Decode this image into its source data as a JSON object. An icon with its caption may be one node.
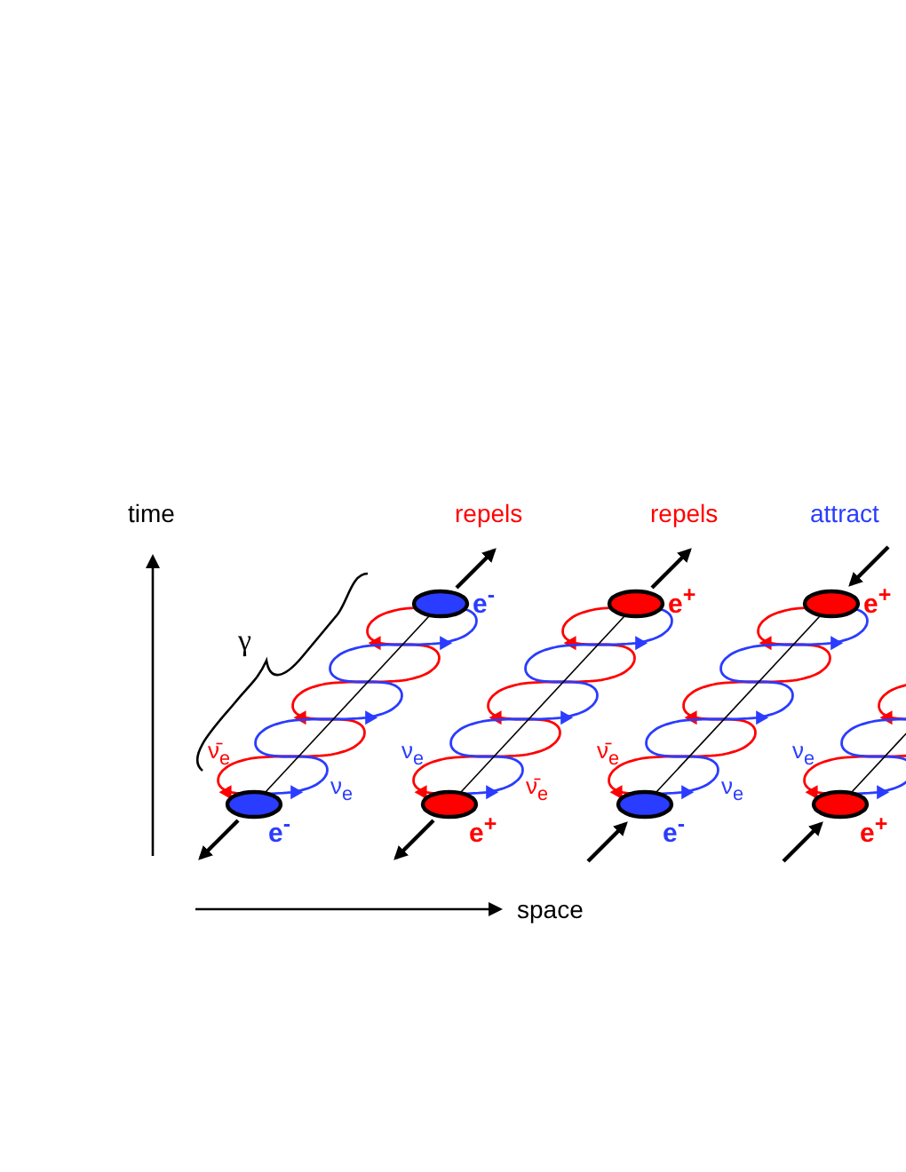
{
  "diagram": {
    "labels": [
      "time",
      "repels",
      "repels",
      "attract",
      "e$^{-}$",
      "e$^{+}$",
      "e$^{+}$",
      "γ",
      "ν̄$_{e}$",
      "ν$_{e}$",
      "ν̄$_{e}$",
      "ν$_{e}$",
      "ν$_{e}$",
      "ν̄$_{e}$",
      "ν$_{e}$",
      "e$^{-}$",
      "e$^{+}$",
      "e$^{-}$",
      "e$^{+}$",
      "space"
    ]
  }
}
